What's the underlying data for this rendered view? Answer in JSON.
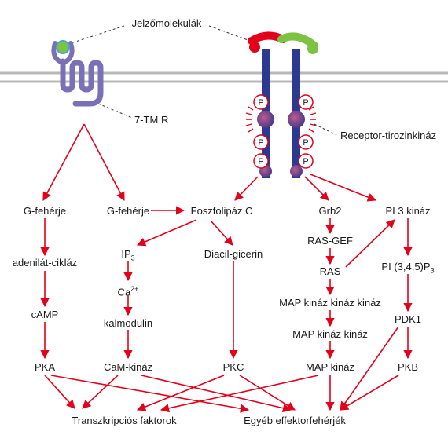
{
  "colors": {
    "arrow": "#e3001b",
    "receptor": "#2b3990",
    "seven_tm": "#7a70b8",
    "ball": "#5b4a9a",
    "p_circle": "#e3001b",
    "ligand_red": "#e3001b",
    "ligand_green": "#7dc242",
    "membrane": "#b8b8b8"
  },
  "labels": {
    "signal_molecules": "Jelzőmolekulák",
    "seven_tm_r": "7-TM R",
    "rtk": "Receptor-tirozinkináz",
    "phospho": "P",
    "g_protein_1": "G-fehérje",
    "g_protein_2": "G-fehérje",
    "phospholipase_c": "Foszfolipáz C",
    "grb2": "Grb2",
    "pi3k": "PI 3 kináz",
    "adenylate_cyclase": "adenilát-cikláz",
    "ip3": "IP",
    "ip3_sub": "3",
    "dag": "Diacil-gicerin",
    "ras_gef": "RAS-GEF",
    "pip3": "PI (3,4,5)P",
    "pip3_sub": "3",
    "ca": "Ca",
    "ca_sup": "2+",
    "ras": "RAS",
    "camp": "cAMP",
    "mapkkk": "MAP kináz kináz kináz",
    "pdk1": "PDK1",
    "calmodulin": "kalmodulin",
    "mapkk": "MAP kináz kináz",
    "pka": "PKA",
    "cam_kinase": "CaM-kináz",
    "pkc": "PKC",
    "mapk": "MAP kináz",
    "pkb": "PKB",
    "transcription_factors": "Transzkripciós faktorok",
    "other_effectors": "Egyéb effektorfehérjék"
  }
}
